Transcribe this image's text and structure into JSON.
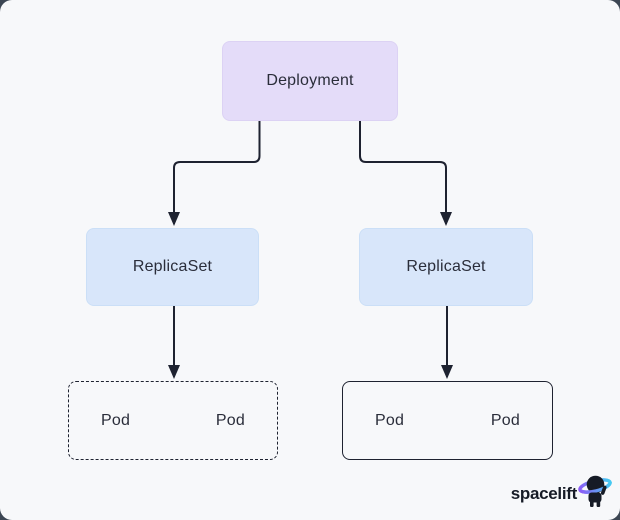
{
  "canvas": {
    "background": "#F7F8FA",
    "outside_background": "#3C4653"
  },
  "diagram": {
    "line_color": "#1E2230",
    "text_color": "#2A2D3A",
    "nodes": {
      "deployment": {
        "label": "Deployment",
        "fill": "#E4DCF9"
      },
      "replicaset_left": {
        "label": "ReplicaSet",
        "fill": "#D8E6FA"
      },
      "replicaset_right": {
        "label": "ReplicaSet",
        "fill": "#D8E6FA"
      },
      "pod_group_left": {
        "border_style": "dashed",
        "pods": {
          "first": "Pod",
          "second": "Pod"
        }
      },
      "pod_group_right": {
        "border_style": "solid",
        "pods": {
          "first": "Pod",
          "second": "Pod"
        }
      }
    },
    "edges": [
      {
        "from": "deployment",
        "to": "replicaset_left"
      },
      {
        "from": "deployment",
        "to": "replicaset_right"
      },
      {
        "from": "replicaset_left",
        "to": "pod_group_left"
      },
      {
        "from": "replicaset_right",
        "to": "pod_group_right"
      }
    ]
  },
  "branding": {
    "logo_text": "spacelift",
    "ink_color": "#161B26",
    "ring_gradient": [
      "#8B5CF6",
      "#45C9F2"
    ]
  }
}
